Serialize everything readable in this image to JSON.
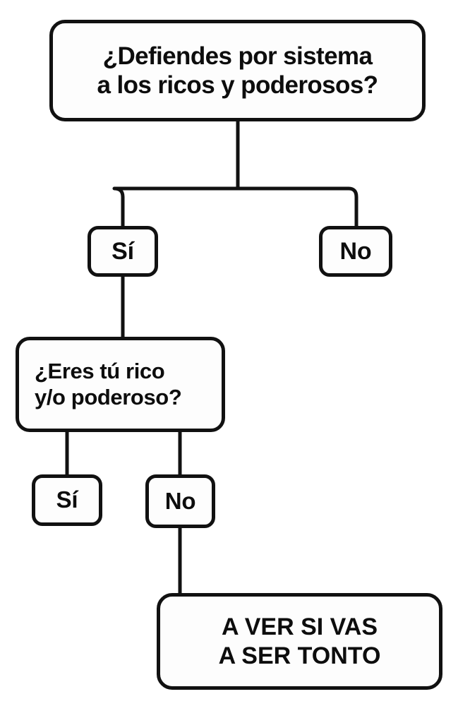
{
  "chart_data": {
    "type": "diagram",
    "title": "¿Defiendes por sistema a los ricos y poderosos?",
    "diagram_kind": "decision-flowchart",
    "language": "es",
    "nodes": [
      {
        "id": "q1",
        "kind": "question",
        "text": "¿Defiendes por sistema\na los ricos y poderosos?"
      },
      {
        "id": "si1",
        "kind": "answer",
        "text": "Sí"
      },
      {
        "id": "no1",
        "kind": "answer",
        "text": "No"
      },
      {
        "id": "q2",
        "kind": "question",
        "text": "¿Eres tú rico\ny/o poderoso?"
      },
      {
        "id": "si2",
        "kind": "answer",
        "text": "Sí"
      },
      {
        "id": "no2",
        "kind": "answer",
        "text": "No"
      },
      {
        "id": "result",
        "kind": "terminal",
        "text": "A VER SI VAS\nA SER TONTO"
      }
    ],
    "edges": [
      {
        "from": "q1",
        "to": "si1"
      },
      {
        "from": "q1",
        "to": "no1"
      },
      {
        "from": "si1",
        "to": "q2"
      },
      {
        "from": "q2",
        "to": "si2"
      },
      {
        "from": "q2",
        "to": "no2"
      },
      {
        "from": "no2",
        "to": "result"
      }
    ]
  },
  "diagram": {
    "q1": {
      "text": "¿Defiendes por sistema\na los ricos y poderosos?"
    },
    "si1": {
      "text": "Sí"
    },
    "no1": {
      "text": "No"
    },
    "q2": {
      "text": "¿Eres tú rico\ny/o poderoso?"
    },
    "si2": {
      "text": "Sí"
    },
    "no2": {
      "text": "No"
    },
    "result": {
      "text": "A VER SI VAS\nA SER TONTO"
    }
  },
  "colors": {
    "background": "#ffffff",
    "node_fill": "#fdfdfd",
    "stroke": "#111111",
    "text": "#0d0d0d"
  }
}
